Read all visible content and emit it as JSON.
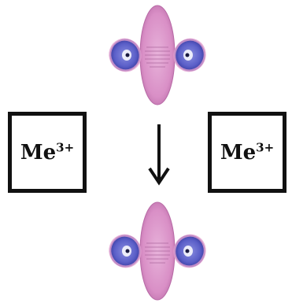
{
  "diagram": {
    "left_ion": {
      "symbol": "Me",
      "charge": "3+"
    },
    "right_ion": {
      "symbol": "Me",
      "charge": "3+"
    },
    "arrow_direction": "down",
    "colors": {
      "lobe_pink": "#d98fc6",
      "lobe_pink_dark": "#b86aa6",
      "lobe_blue": "#5b5fc8",
      "lobe_blue_dark": "#34379a",
      "ring_pink": "#e2a0cf",
      "box_border": "#111111",
      "arrow": "#111111"
    },
    "icons": [
      "dz2-orbital-icon",
      "dz2-orbital-icon",
      "down-arrow-icon"
    ]
  }
}
